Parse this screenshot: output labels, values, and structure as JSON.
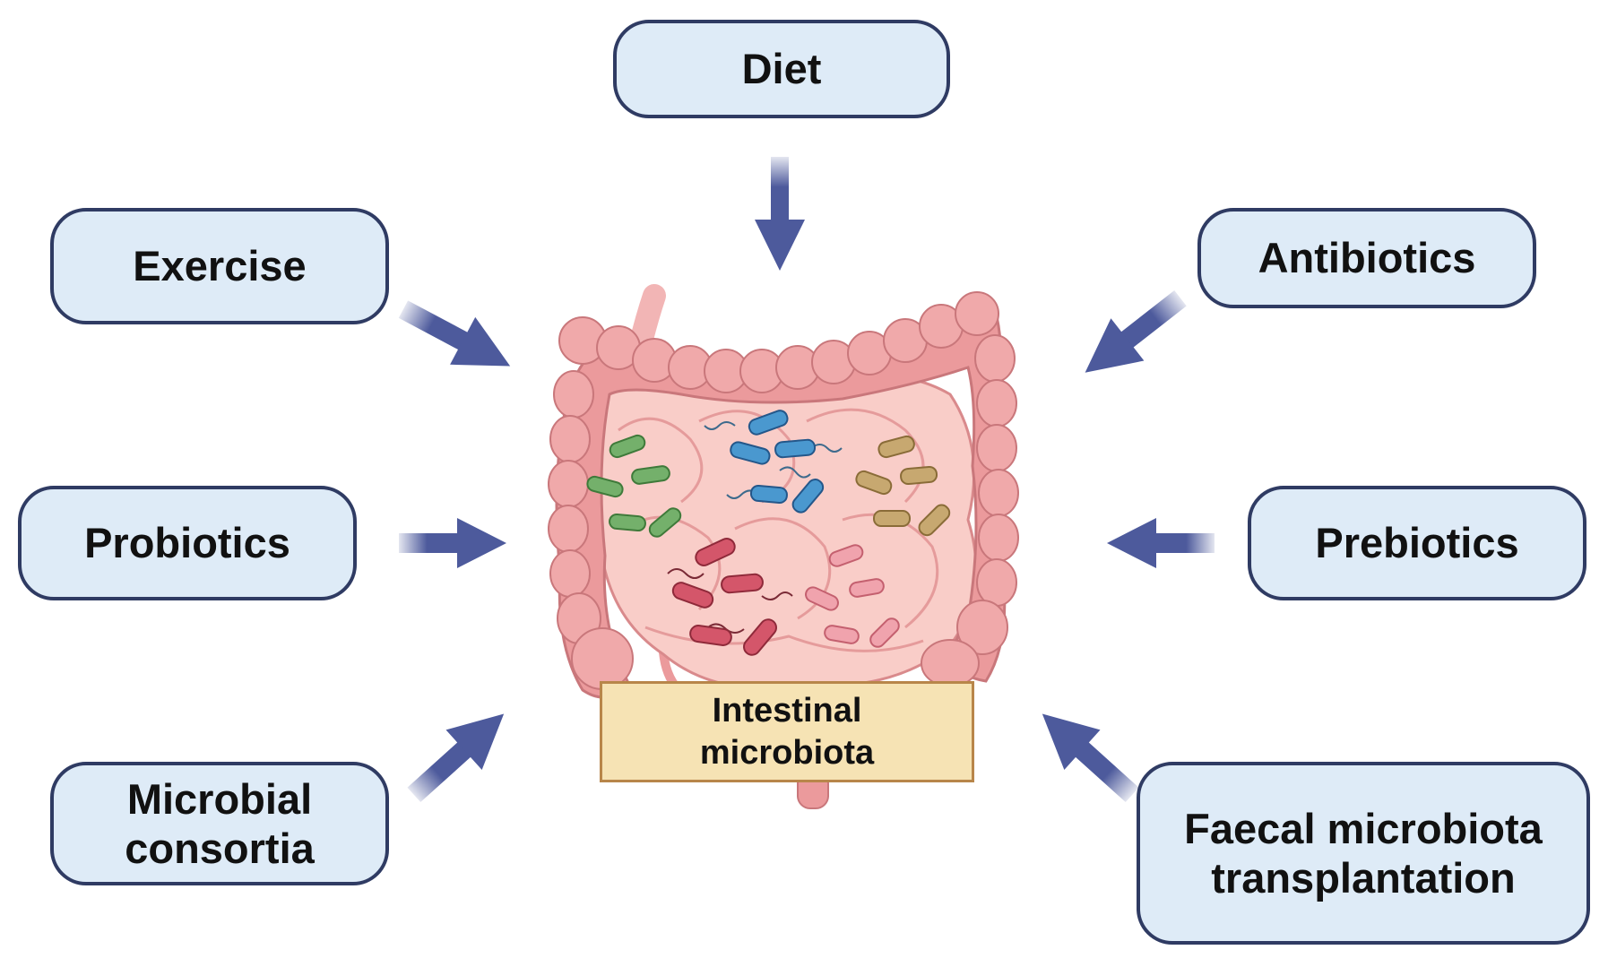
{
  "factors": {
    "diet": "Diet",
    "exercise": "Exercise",
    "antibiotics": "Antibiotics",
    "probiotics": "Probiotics",
    "prebiotics": "Prebiotics",
    "microbial_consortia": [
      "Microbial",
      "consortia"
    ],
    "fmt": [
      "Faecal microbiota",
      "transplantation"
    ]
  },
  "center_label": [
    "Intestinal",
    "microbiota"
  ],
  "colors": {
    "box_fill": "#deebf7",
    "box_border": "#2f3b63",
    "arrow": "#4d5a9c",
    "intestine": "#eb9a9c",
    "label_fill": "#f6e3b4",
    "bacteria_green": "#74b06b",
    "bacteria_blue": "#4a98cf",
    "bacteria_tan": "#c7a870",
    "bacteria_red": "#d4566a",
    "bacteria_pink": "#f0a3ad"
  },
  "icons": [
    "intestine-illustration",
    "bacteria-icon",
    "arrow-icon"
  ]
}
